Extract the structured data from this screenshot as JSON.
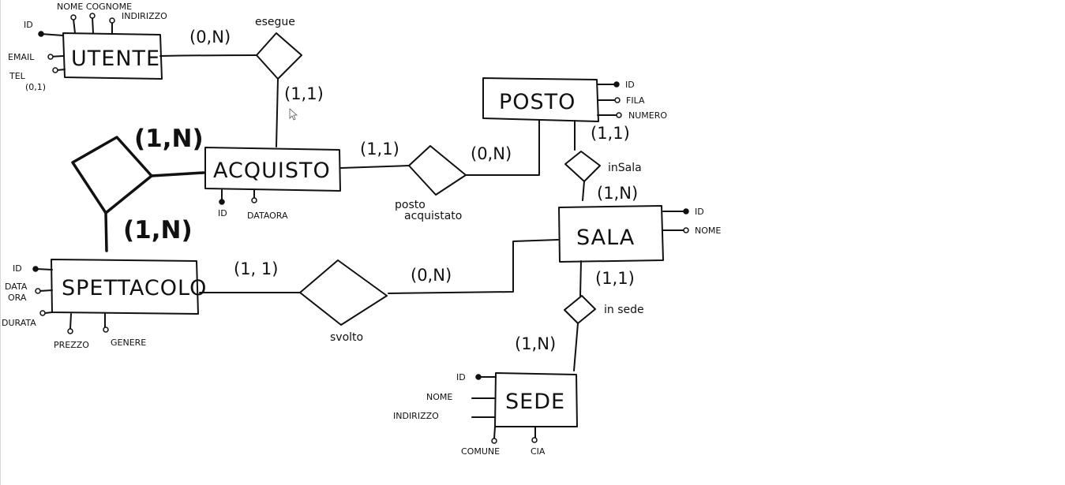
{
  "entities": {
    "utente": "UTENTE",
    "acquisto": "ACQUISTO",
    "posto": "POSTO",
    "sala": "SALA",
    "spettacolo": "SPETTACOLO",
    "sede": "SEDE"
  },
  "relationships": {
    "esegue": "esegue",
    "posto_acquistato_1": "posto",
    "posto_acquistato_2": "acquistato",
    "in_sala": "inSala",
    "svolto": "svolto",
    "in_sede": "in sede"
  },
  "attributes": {
    "utente": {
      "id": "ID",
      "nome_cognome": "NOME COGNOME",
      "indirizzo": "INDIRIZZO",
      "email": "EMAIL",
      "tel": "TEL",
      "tel_card": "(0,1)"
    },
    "acquisto": {
      "id": "ID",
      "data_ora": "DATAORA"
    },
    "posto": {
      "id": "ID",
      "fila": "FILA",
      "numero": "NUMERO"
    },
    "sala": {
      "id": "ID",
      "nome": "NOME"
    },
    "spettacolo": {
      "id": "ID",
      "data": "DATA",
      "ora": "ORA",
      "durata": "DURATA",
      "prezzo": "PREZZO",
      "genere": "GENERE"
    },
    "sede": {
      "id": "ID",
      "nome": "NOME",
      "indirizzo": "INDIRIZZO",
      "comune": "COMUNE",
      "cia": "CIA"
    }
  },
  "cardinalities": {
    "utente_esegue": "(0,N)",
    "esegue_acquisto": "(1,1)",
    "acquisto_posto": "(1,1)",
    "posto_acquistato": "(0,N)",
    "posto_insala": "(1,1)",
    "sala_insala": "(1,N)",
    "ternary_top": "(1,N)",
    "ternary_bottom": "(1,N)",
    "spettacolo_svolto": "(1, 1)",
    "sala_svolto": "(0,N)",
    "sala_insede": "(1,1)",
    "sede_insede": "(1,N)"
  }
}
